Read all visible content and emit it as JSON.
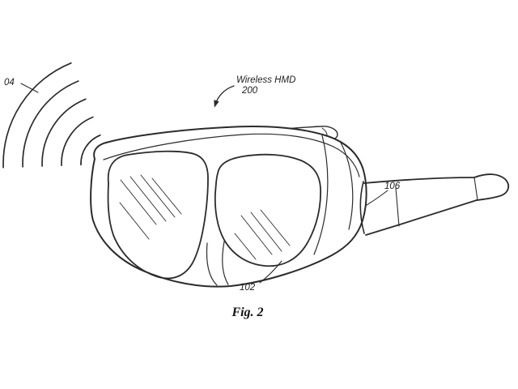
{
  "figure": {
    "caption": "Fig. 2",
    "labels": {
      "signal_ref": "04",
      "device_name": "Wireless HMD",
      "device_ref": "200",
      "temple_ref": "106",
      "lens_ref": "102"
    },
    "colors": {
      "line": "#2b2b2b",
      "background": "#ffffff"
    }
  }
}
